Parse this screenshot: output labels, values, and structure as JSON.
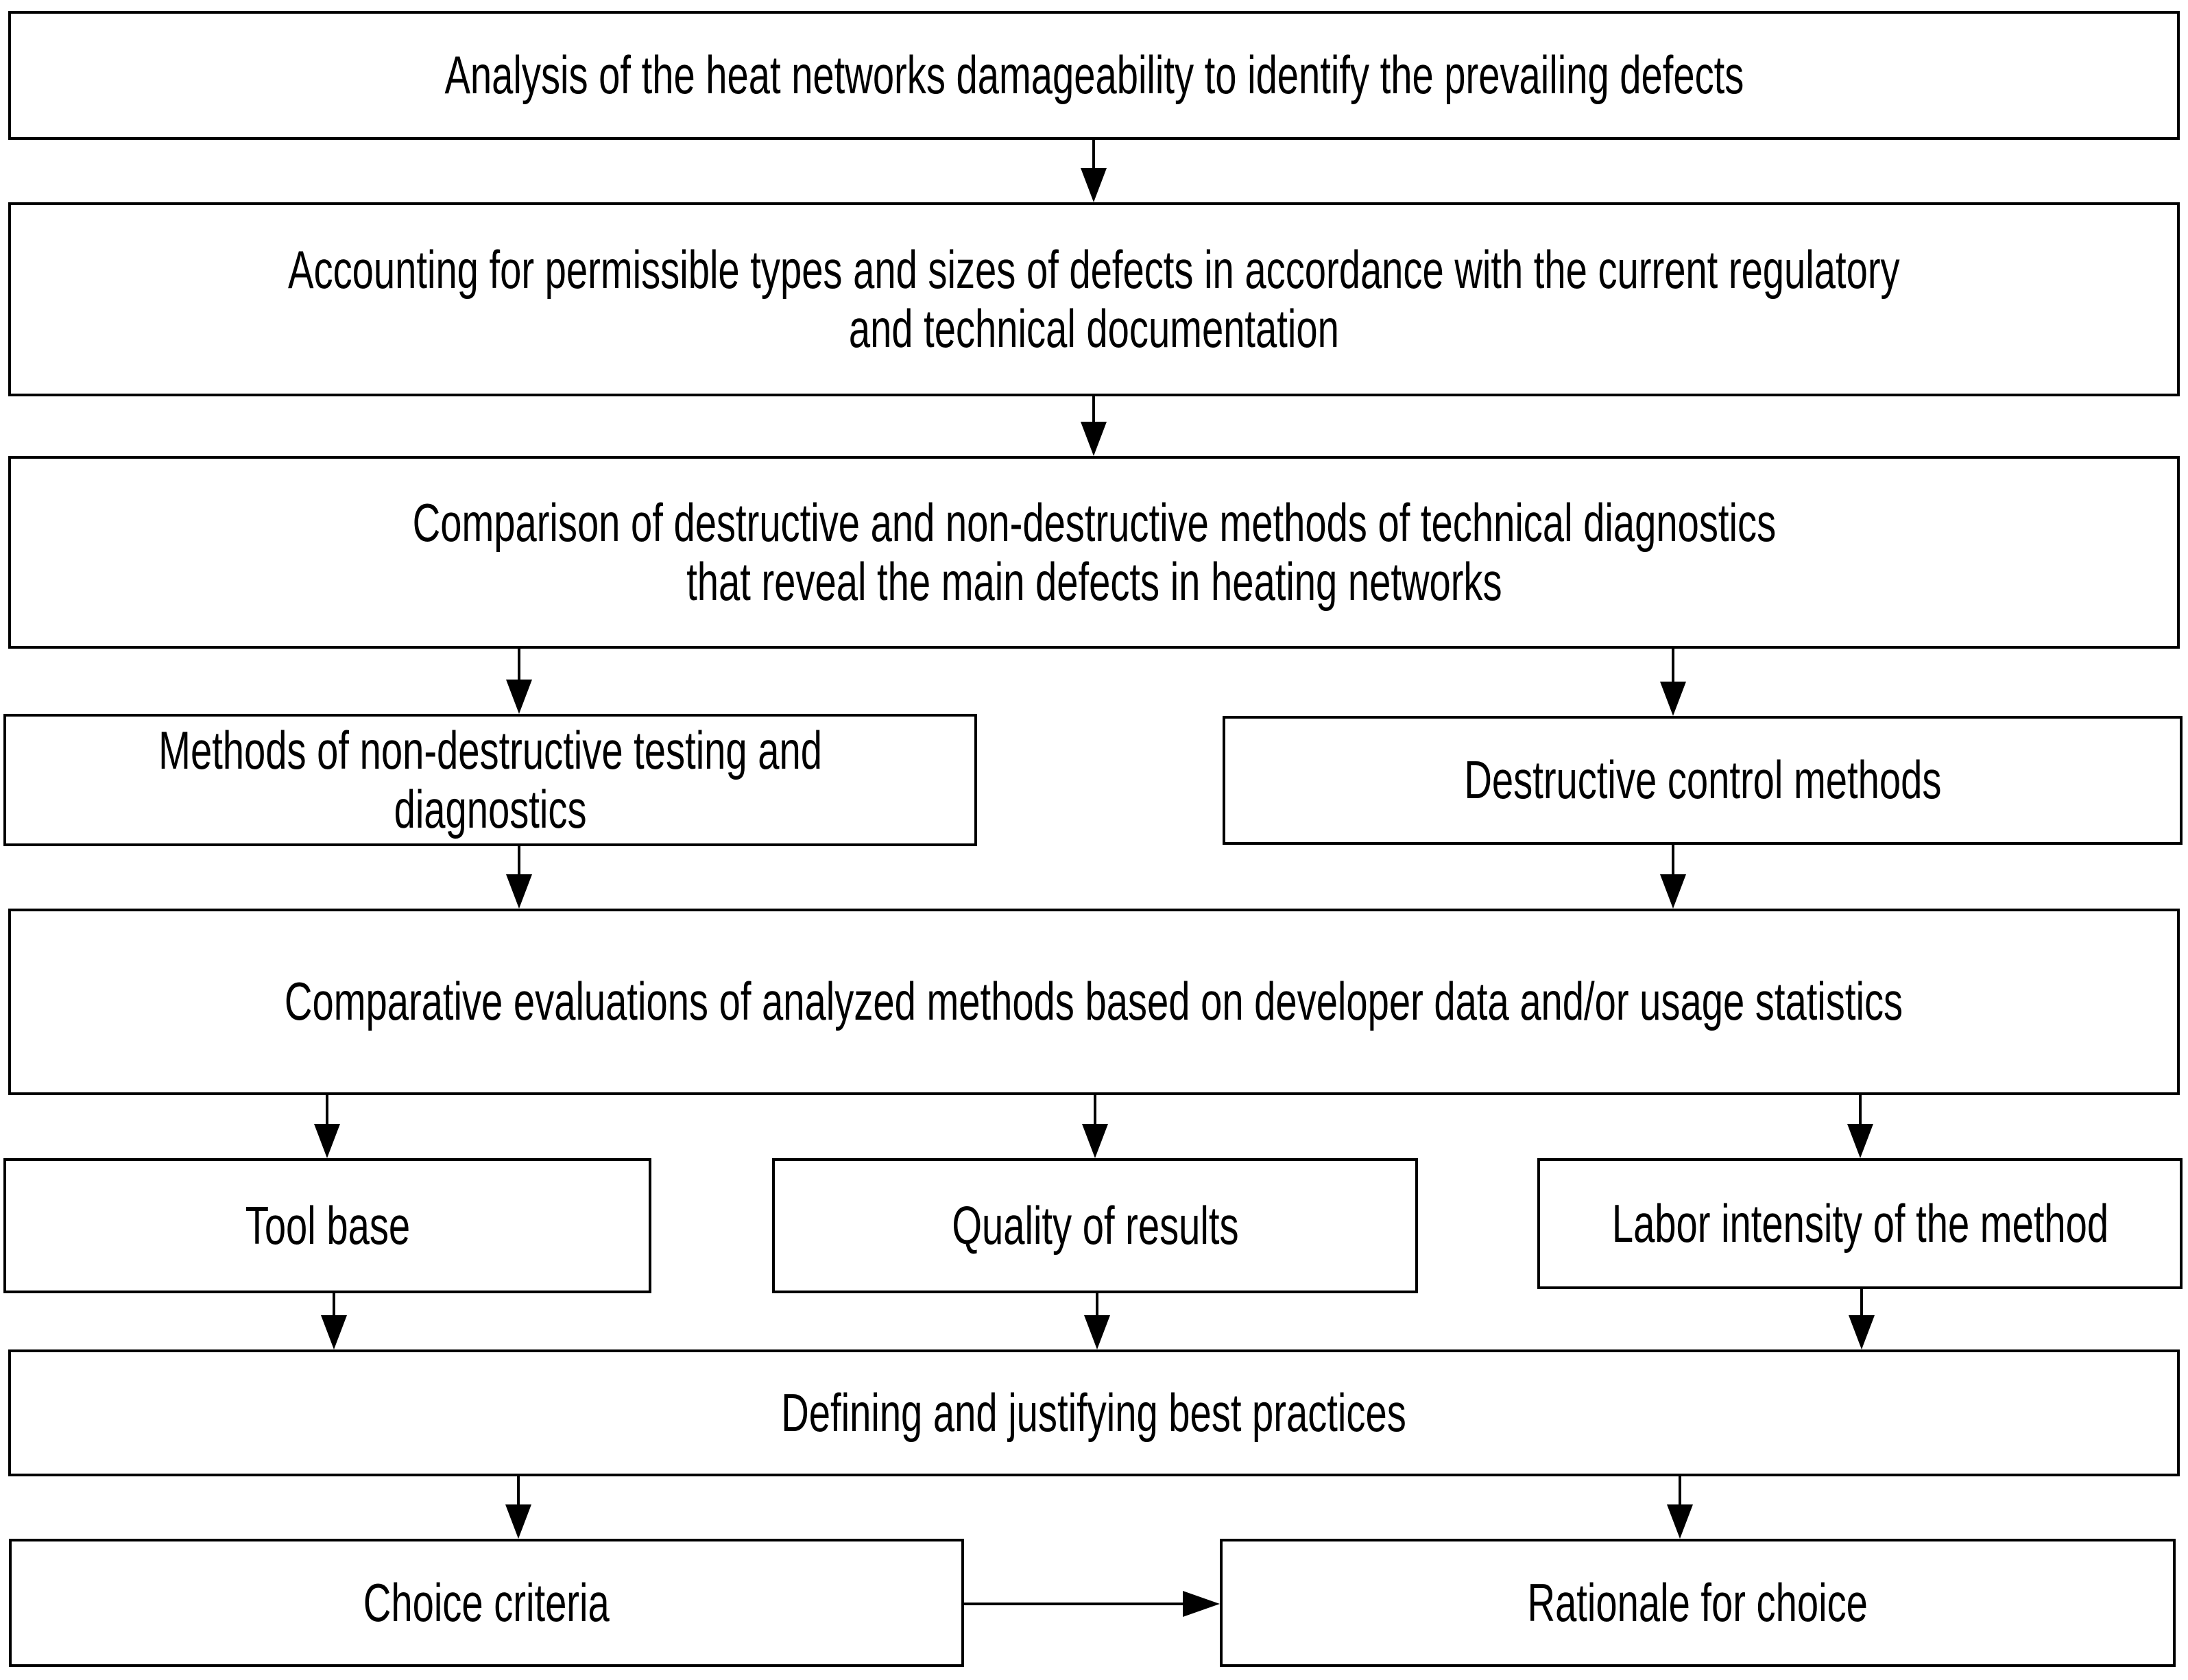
{
  "colors": {
    "ink": "#000000",
    "background": "#ffffff"
  },
  "diagram": {
    "nodes": [
      {
        "id": "analysis",
        "label": "Analysis of the heat networks damageability to identify the prevailing defects"
      },
      {
        "id": "accounting",
        "label": "Accounting for permissible types and sizes of defects in accordance with the current regulatory\nand technical documentation"
      },
      {
        "id": "comparison",
        "label": "Comparison of destructive and non-destructive methods of technical diagnostics\nthat reveal the main defects in heating networks"
      },
      {
        "id": "ndt-methods",
        "label": "Methods of non-destructive testing and\ndiagnostics"
      },
      {
        "id": "destructive-methods",
        "label": "Destructive control methods"
      },
      {
        "id": "comparative-evaluations",
        "label": "Comparative evaluations of analyzed methods based on developer data and/or usage statistics"
      },
      {
        "id": "tool-base",
        "label": "Tool base"
      },
      {
        "id": "quality-of-results",
        "label": "Quality of results"
      },
      {
        "id": "labor-intensity",
        "label": "Labor intensity of the method"
      },
      {
        "id": "best-practices",
        "label": "Defining and justifying best practices"
      },
      {
        "id": "choice-criteria",
        "label": "Choice criteria"
      },
      {
        "id": "rationale-for-choice",
        "label": "Rationale for choice"
      }
    ],
    "edges": [
      {
        "from": "analysis",
        "to": "accounting"
      },
      {
        "from": "accounting",
        "to": "comparison"
      },
      {
        "from": "comparison",
        "to": "ndt-methods"
      },
      {
        "from": "comparison",
        "to": "destructive-methods"
      },
      {
        "from": "ndt-methods",
        "to": "comparative-evaluations"
      },
      {
        "from": "destructive-methods",
        "to": "comparative-evaluations"
      },
      {
        "from": "comparative-evaluations",
        "to": "tool-base"
      },
      {
        "from": "comparative-evaluations",
        "to": "quality-of-results"
      },
      {
        "from": "comparative-evaluations",
        "to": "labor-intensity"
      },
      {
        "from": "tool-base",
        "to": "best-practices"
      },
      {
        "from": "quality-of-results",
        "to": "best-practices"
      },
      {
        "from": "labor-intensity",
        "to": "best-practices"
      },
      {
        "from": "best-practices",
        "to": "choice-criteria"
      },
      {
        "from": "best-practices",
        "to": "rationale-for-choice"
      },
      {
        "from": "choice-criteria",
        "to": "rationale-for-choice"
      }
    ]
  }
}
